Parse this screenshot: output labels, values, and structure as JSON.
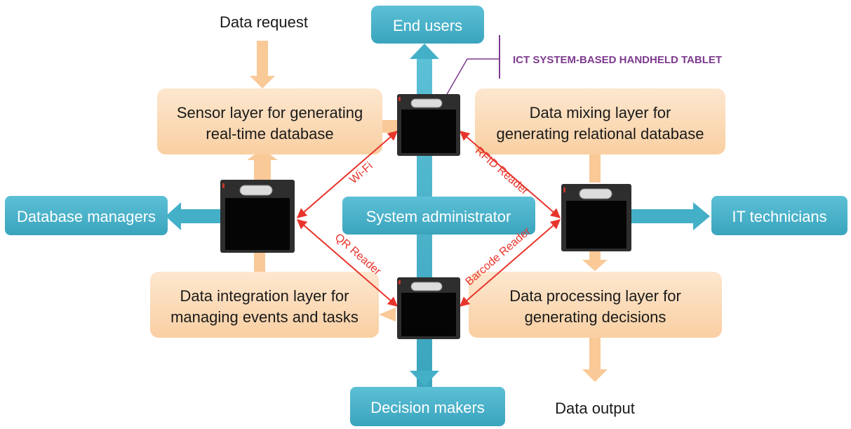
{
  "labels": {
    "data_request": "Data request",
    "end_users": "End users",
    "ict_callout": "ICT SYSTEM-BASED HANDHELD TABLET",
    "sensor_layer_line1": "Sensor layer for generating",
    "sensor_layer_line2": "real-time database",
    "mixing_layer_line1": "Data mixing layer for",
    "mixing_layer_line2": "generating relational database",
    "db_managers": "Database managers",
    "sys_admin": "System administrator",
    "it_technicians": "IT technicians",
    "integration_layer_line1": "Data integration layer for",
    "integration_layer_line2": "managing events and tasks",
    "processing_layer_line1": "Data processing layer for",
    "processing_layer_line2": "generating decisions",
    "decision_makers": "Decision makers",
    "data_output": "Data output",
    "wifi": "Wi-Fi",
    "rfid": "RFID Reader",
    "qr": "QR Reader",
    "barcode": "Barcode Reader"
  },
  "colors": {
    "teal": "#43b0c8",
    "teal_dark": "#2e8ea5",
    "peach": "#fbd9b4",
    "peach_arrow": "#f9c997",
    "red": "#e8352c",
    "purple": "#7d3a8e",
    "tablet_body": "#2e2e2e",
    "tablet_screen": "#050505"
  }
}
